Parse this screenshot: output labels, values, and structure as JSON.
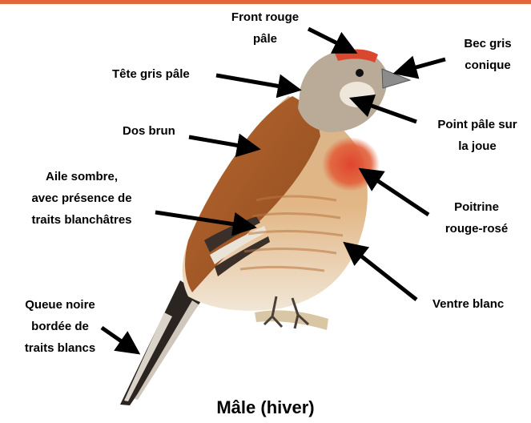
{
  "labels": {
    "front_rouge": [
      "Front rouge",
      "pâle"
    ],
    "bec_gris": [
      "Bec gris",
      "conique"
    ],
    "tete_gris": [
      "Tête gris pâle"
    ],
    "point_pale": [
      "Point pâle sur",
      "la joue"
    ],
    "dos_brun": [
      "Dos brun"
    ],
    "aile_sombre": [
      "Aile sombre,",
      "avec présence de",
      "traits blanchâtres"
    ],
    "poitrine": [
      "Poitrine",
      "rouge-rosé"
    ],
    "ventre": [
      "Ventre blanc"
    ],
    "queue": [
      "Queue noire",
      "bordée de",
      "traits blancs"
    ]
  },
  "caption": "Mâle (hiver)",
  "colors": {
    "accent_bar": "#e2673a",
    "text": "#000000",
    "arrow": "#000000"
  }
}
